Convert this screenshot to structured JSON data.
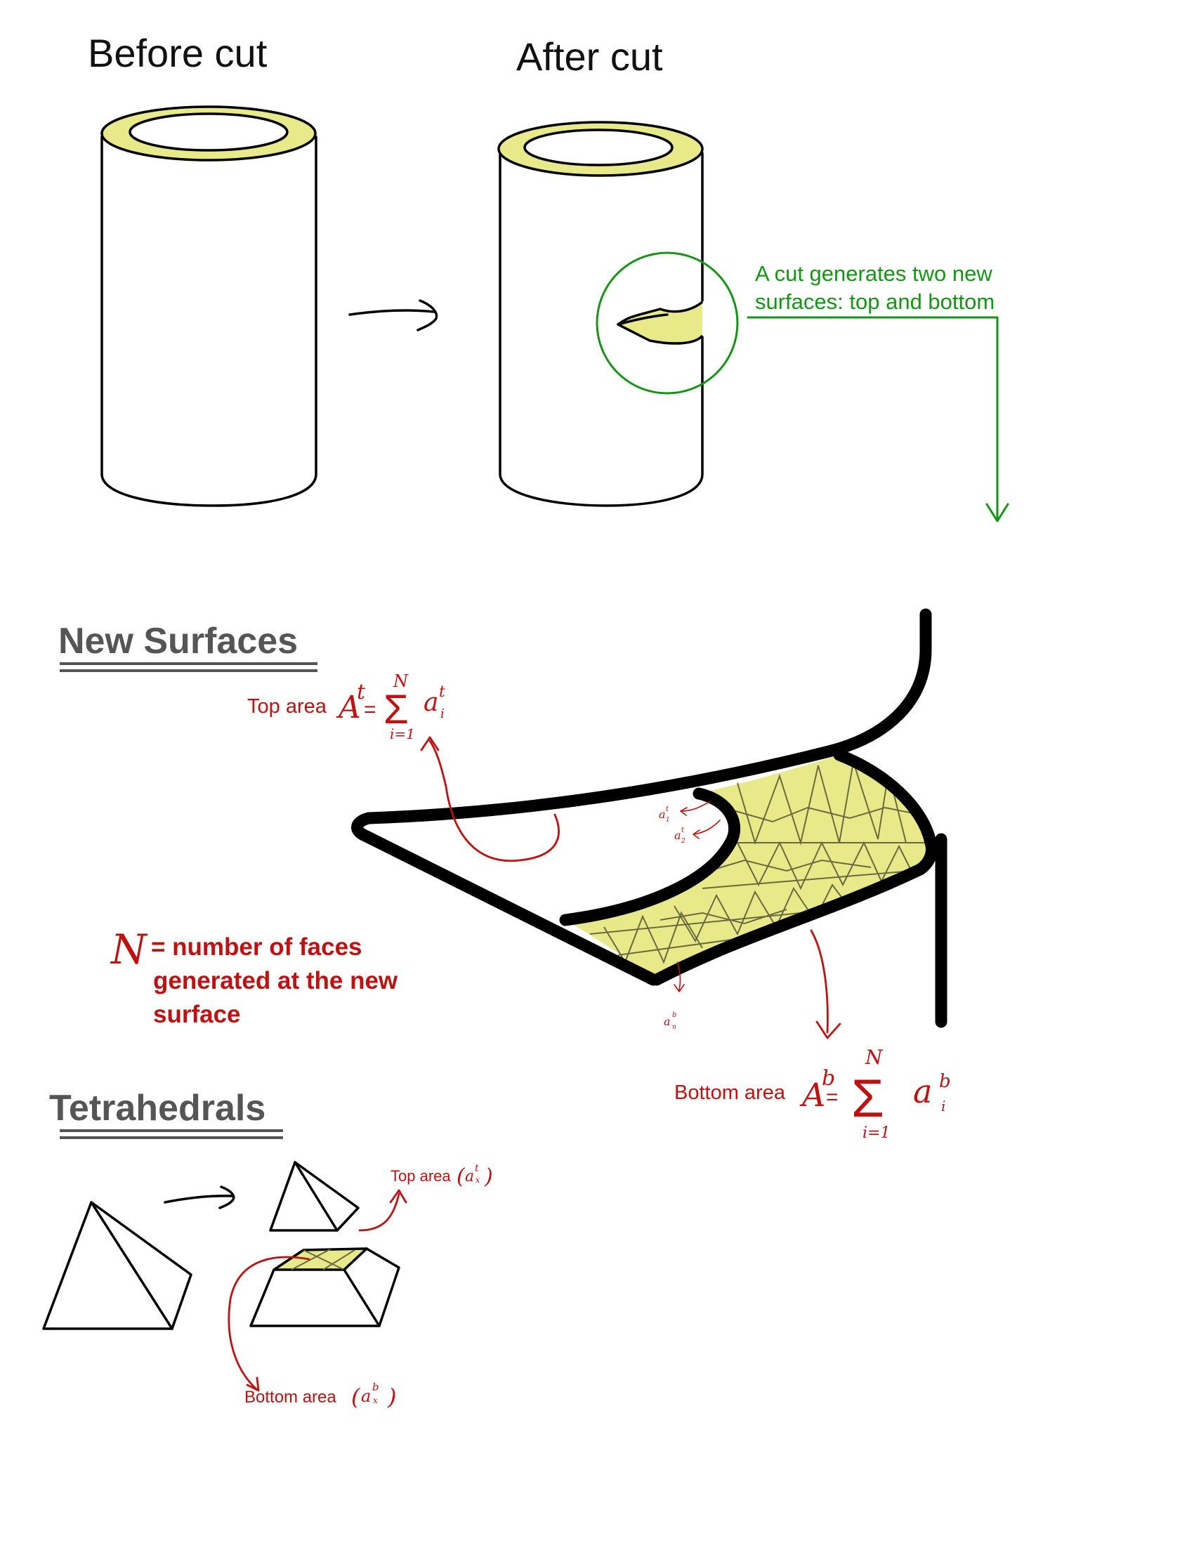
{
  "panels": {
    "before_title": "Before cut",
    "after_title": "After cut"
  },
  "cut_note": {
    "line1": "A cut generates two new",
    "line2": "surfaces: top and bottom"
  },
  "sections": {
    "new_surfaces": "New Surfaces",
    "tetrahedrals": "Tetrahedrals"
  },
  "top_area": {
    "label": "Top area",
    "symbol": "A",
    "sup": "t",
    "sum_upper": "N",
    "sum_lower": "i=1",
    "term": "a",
    "term_sup": "t",
    "term_sub": "i"
  },
  "bottom_area": {
    "label": "Bottom area",
    "symbol": "A",
    "sup": "b",
    "sum_upper": "N",
    "sum_lower": "i=1",
    "term": "a",
    "term_sup": "b",
    "term_sub": "i"
  },
  "face_labels": {
    "a1": "a",
    "a1_sup": "t",
    "a1_sub": "1",
    "a2": "a",
    "a2_sup": "t",
    "a2_sub": "2",
    "an": "a",
    "an_sup": "b",
    "an_sub": "n"
  },
  "n_definition": {
    "symbol": "N",
    "line1": "= number of faces",
    "line2": "generated at the new",
    "line3": "surface"
  },
  "tet_labels": {
    "top_label": "Top area",
    "top_term": "a",
    "top_sup": "t",
    "top_sub": "x",
    "bottom_label": "Bottom area",
    "bottom_term": "a",
    "bottom_sup": "b",
    "bottom_sub": "x"
  },
  "colors": {
    "surface_fill": "#e8ea8a",
    "annotation_red": "#c01010",
    "annotation_green": "#149614",
    "heading_gray": "#555555"
  }
}
